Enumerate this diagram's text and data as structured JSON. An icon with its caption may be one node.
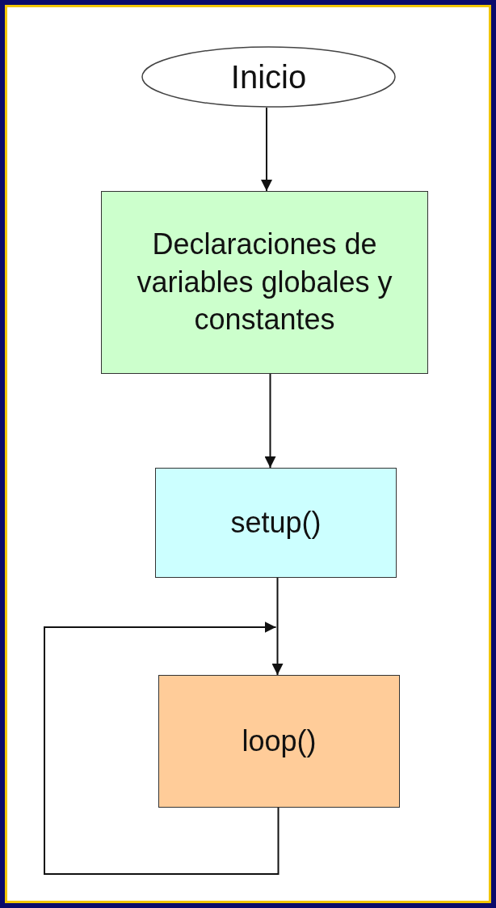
{
  "diagram": {
    "nodes": [
      {
        "text": [
          "Inicio"
        ]
      },
      {
        "text": [
          "Declaraciones de variables globales y constantes"
        ]
      },
      {
        "text": [
          "setup()"
        ]
      },
      {
        "text": [
          "loop()"
        ]
      }
    ],
    "edges": [
      {
        "from": 0,
        "to": 1,
        "arrow": "to"
      },
      {
        "from": 1,
        "to": 2,
        "arrow": "to"
      },
      {
        "from": 2,
        "to": 3,
        "arrow": "to"
      },
      {
        "from": 3,
        "to": 3,
        "arrow": "to"
      }
    ]
  }
}
